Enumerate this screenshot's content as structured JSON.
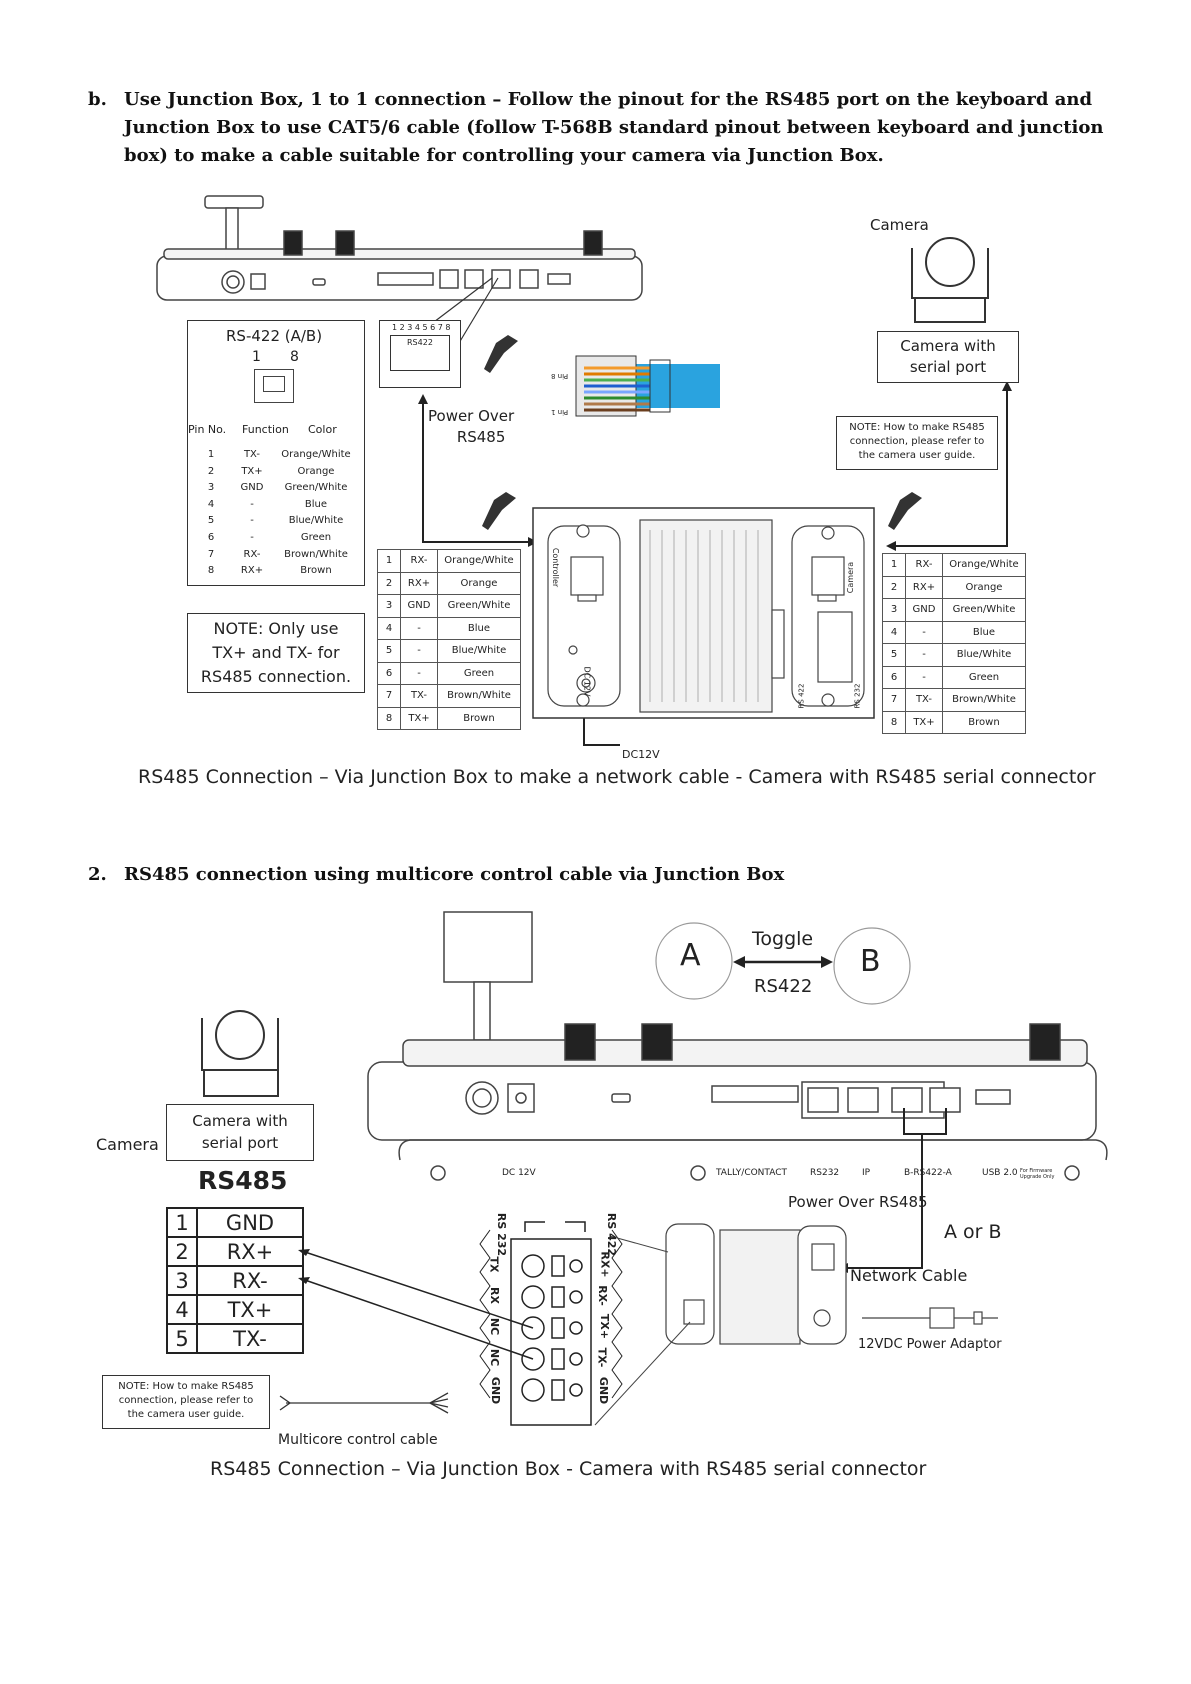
{
  "section_b": {
    "marker": "b.",
    "text": "Use Junction Box, 1 to 1 connection – Follow the pinout for the RS485 port on the keyboard and Junction Box to use CAT5/6 cable (follow T-568B standard pinout between keyboard and junction box) to make a cable suitable for controlling your camera via Junction Box."
  },
  "diagram1": {
    "camera_label": "Camera",
    "camera_port_box": [
      "Camera with",
      "serial port"
    ],
    "rs422_title": "RS-422 (A/B)",
    "rs422_pins": [
      "1",
      "8"
    ],
    "pin_header": [
      "Pin No.",
      "Function",
      "Color"
    ],
    "pin_rows": [
      {
        "no": "1",
        "func": "TX-",
        "color": "Orange/White"
      },
      {
        "no": "2",
        "func": "TX+",
        "color": "Orange"
      },
      {
        "no": "3",
        "func": "GND",
        "color": "Green/White"
      },
      {
        "no": "4",
        "func": "-",
        "color": "Blue"
      },
      {
        "no": "5",
        "func": "-",
        "color": "Blue/White"
      },
      {
        "no": "6",
        "func": "-",
        "color": "Green"
      },
      {
        "no": "7",
        "func": "RX-",
        "color": "Brown/White"
      },
      {
        "no": "8",
        "func": "RX+",
        "color": "Brown"
      }
    ],
    "note_only": [
      "NOTE: Only use",
      "TX+ and TX- for",
      "RS485 connection."
    ],
    "port_zoom_numbers": "1 2 3 4 5 6 7 8",
    "port_zoom_label": "RS422",
    "power_over": [
      "Power Over",
      "RS485"
    ],
    "pin8_label": "Pin 8",
    "pin1_label": "Pin 1",
    "camera_note": [
      "NOTE: How to make RS485",
      "connection, please refer to",
      "the camera user guide."
    ],
    "left_table": [
      {
        "no": "1",
        "func": "RX-",
        "color": "Orange/White"
      },
      {
        "no": "2",
        "func": "RX+",
        "color": "Orange"
      },
      {
        "no": "3",
        "func": "GND",
        "color": "Green/White"
      },
      {
        "no": "4",
        "func": "-",
        "color": "Blue"
      },
      {
        "no": "5",
        "func": "-",
        "color": "Blue/White"
      },
      {
        "no": "6",
        "func": "-",
        "color": "Green"
      },
      {
        "no": "7",
        "func": "TX-",
        "color": "Brown/White"
      },
      {
        "no": "8",
        "func": "TX+",
        "color": "Brown"
      }
    ],
    "right_table": [
      {
        "no": "1",
        "func": "RX-",
        "color": "Orange/White"
      },
      {
        "no": "2",
        "func": "RX+",
        "color": "Orange"
      },
      {
        "no": "3",
        "func": "GND",
        "color": "Green/White"
      },
      {
        "no": "4",
        "func": "-",
        "color": "Blue"
      },
      {
        "no": "5",
        "func": "-",
        "color": "Blue/White"
      },
      {
        "no": "6",
        "func": "-",
        "color": "Green"
      },
      {
        "no": "7",
        "func": "TX-",
        "color": "Brown/White"
      },
      {
        "no": "8",
        "func": "TX+",
        "color": "Brown"
      }
    ],
    "jb_controller": "Controller",
    "jb_camera": "Camera",
    "jb_dc": "DC 12V",
    "jb_rs422": "RS 422",
    "jb_rs232": "RS 232",
    "dc12v": "DC12V",
    "caption": "RS485 Connection – Via Junction Box to make a network cable - Camera with RS485 serial connector"
  },
  "section_2": {
    "marker": "2.",
    "text": "RS485 connection using multicore control cable via Junction Box"
  },
  "diagram2": {
    "toggle_a": "A",
    "toggle_b": "B",
    "toggle": "Toggle",
    "toggle_rs422": "RS422",
    "camera_port_box": [
      "Camera with",
      "serial port"
    ],
    "camera_label": "Camera",
    "rs485_title": "RS485",
    "rs485_rows": [
      {
        "no": "1",
        "func": "GND"
      },
      {
        "no": "2",
        "func": "RX+"
      },
      {
        "no": "3",
        "func": "RX-"
      },
      {
        "no": "4",
        "func": "TX+"
      },
      {
        "no": "5",
        "func": "TX-"
      }
    ],
    "camera_note": [
      "NOTE: How to make RS485",
      "connection, please refer to",
      "the camera user guide."
    ],
    "multicore": "Multicore control cable",
    "rear_labels": {
      "dc": "DC 12V",
      "tally": "TALLY/CONTACT",
      "rs232": "RS232",
      "ip": "IP",
      "brs": "B-RS422-A",
      "usb": "USB 2.0",
      "usb_note": "For Firmware Upgrade Only"
    },
    "power_over": "Power Over RS485",
    "a_or_b": "A or B",
    "network_cable": "Network Cable",
    "power_adaptor": "12VDC Power Adaptor",
    "terminal_left_top": "RS 232",
    "terminal_right_top": "RS 422",
    "terminal_left": [
      "TX",
      "RX",
      "NC",
      "NC",
      "GND"
    ],
    "terminal_right": [
      "RX+",
      "RX-",
      "TX+",
      "TX-",
      "GND"
    ],
    "caption": "RS485 Connection – Via Junction Box - Camera with RS485 serial connector"
  }
}
